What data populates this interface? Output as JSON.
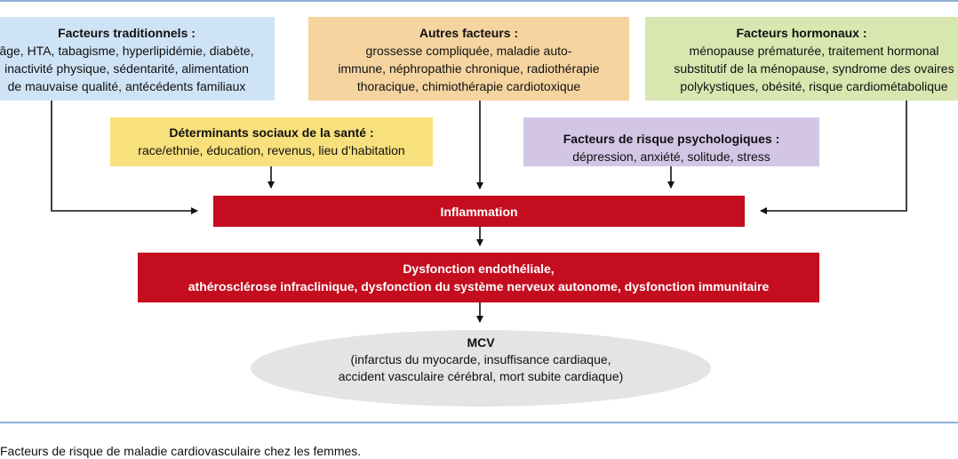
{
  "boxes": {
    "traditional": {
      "title": "Facteurs traditionnels :",
      "body": "âge, HTA, tabagisme, hyperlipidémie, diabète,\ninactivité physique, sédentarité, alimentation\nde mauvaise qualité, antécédents familiaux",
      "color": "#cfe3f6"
    },
    "other": {
      "title": "Autres facteurs :",
      "body": "grossesse compliquée, maladie auto-\nimmune, néphropathie chronique, radiothérapie\nthoracique, chimiothérapie cardiotoxique",
      "color": "#f5d4a0"
    },
    "hormonal": {
      "title": "Facteurs hormonaux :",
      "body": "ménopause prématurée, traitement hormonal\nsubstitutif de la ménopause, syndrome des ovaires\npolykystiques, obésité, risque cardiométabolique",
      "color": "#d8e6b0"
    },
    "social": {
      "title": "Déterminants sociaux de la santé :",
      "body": "race/ethnie, éducation, revenus, lieu d’habitation",
      "color": "#f8e07c"
    },
    "psychological": {
      "title": "Facteurs de risque psychologiques :",
      "body": "dépression, anxiété, solitude, stress",
      "color": "#d2c6e4"
    }
  },
  "inflammation": {
    "title": "Inflammation",
    "color": "#c40d1e"
  },
  "dysfunction": {
    "line1": "Dysfonction endothéliale,",
    "line2": "athérosclérose infraclinique, dysfonction du système nerveux autonome, dysfonction immunitaire",
    "color": "#c40d1e"
  },
  "outcome": {
    "title": "MCV",
    "body": "(infarctus du myocarde, insuffisance cardiaque,\naccident vasculaire cérébral, mort subite cardiaque)",
    "color": "#e4e4e4"
  },
  "caption": "Facteurs de risque de maladie cardiovasculaire chez les femmes.",
  "rule_color": "#8fb0d9"
}
